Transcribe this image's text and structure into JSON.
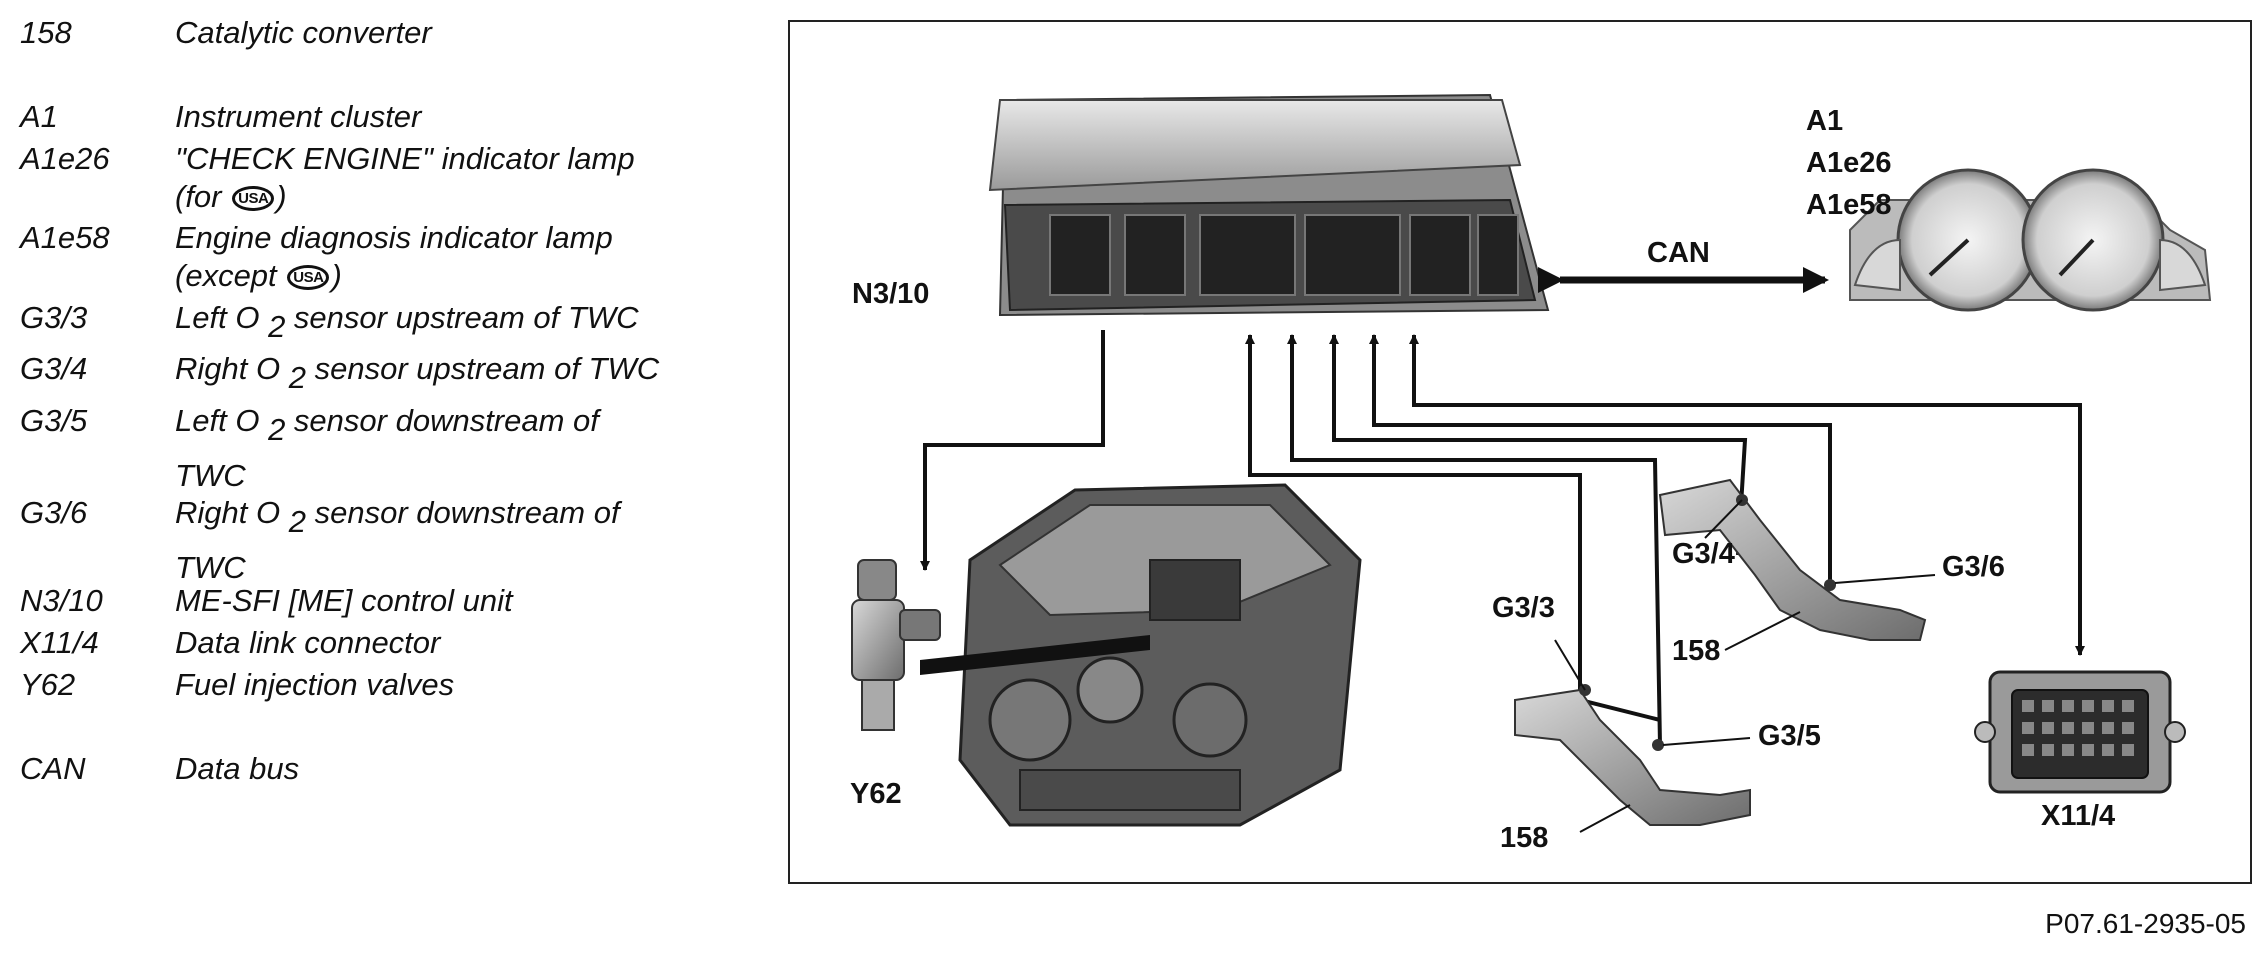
{
  "legend": [
    {
      "code": "158",
      "lines": [
        "Catalytic converter"
      ]
    },
    {
      "code": "A1",
      "lines": [
        "Instrument cluster"
      ]
    },
    {
      "code": "A1e26",
      "lines": [
        "\"CHECK ENGINE\" indicator lamp",
        "(for ",
        ")"
      ],
      "usa_badge": "USA"
    },
    {
      "code": "A1e58",
      "lines": [
        "Engine diagnosis indicator lamp",
        "(except ",
        ")"
      ],
      "usa_badge": "USA"
    },
    {
      "code": "G3/3",
      "lines": [
        "Left O",
        "2",
        " sensor upstream of TWC"
      ]
    },
    {
      "code": "G3/4",
      "lines": [
        "Right O",
        "2",
        " sensor upstream of TWC"
      ]
    },
    {
      "code": "G3/5",
      "lines": [
        "Left O",
        "2",
        " sensor downstream of",
        "TWC"
      ]
    },
    {
      "code": "G3/6",
      "lines": [
        "Right O",
        "2",
        " sensor downstream of",
        "TWC"
      ]
    },
    {
      "code": "N3/10",
      "lines": [
        "ME-SFI [ME] control unit"
      ]
    },
    {
      "code": "X11/4",
      "lines": [
        "Data link connector"
      ]
    },
    {
      "code": "Y62",
      "lines": [
        "Fuel injection valves"
      ]
    },
    {
      "code": "CAN",
      "lines": [
        "Data bus"
      ]
    }
  ],
  "diagram": {
    "labels": {
      "n3_10": "N3/10",
      "can": "CAN",
      "a1": "A1",
      "a1e26": "A1e26",
      "a1e58": "A1e58",
      "y62": "Y62",
      "g3_3": "G3/3",
      "g3_4": "G3/4",
      "g3_5": "G3/5",
      "g3_6": "G3/6",
      "cat_left": "158",
      "cat_right": "158",
      "x11_4": "X11/4"
    }
  },
  "figure_code": "P07.61-2935-05"
}
